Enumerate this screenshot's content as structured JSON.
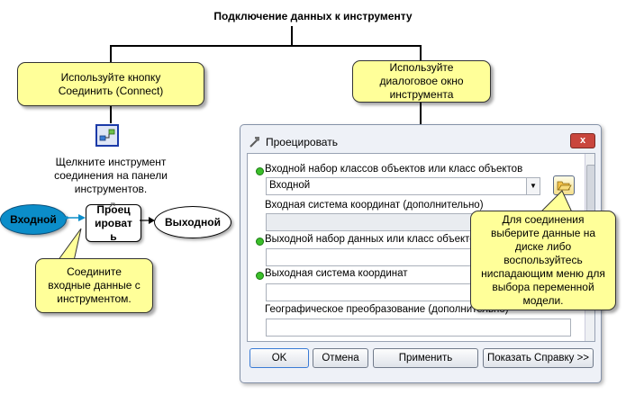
{
  "diagram": {
    "title": "Подключение данных к инструменту",
    "callout_left": "Используйте кнопку Соединить (Connect)",
    "callout_right": "Используйте диалоговое окно инструмента",
    "click_note": "Щелкните инструмент соединения на панели инструментов.",
    "input_label": "Входной",
    "tool_label": "Проецировать",
    "output_label": "Выходной",
    "callout_bottom": "Соедините входные данные с инструментом.",
    "callout_dialog": "Для соединения выберите данные на диске либо воспользуйтесь ниспадающим меню для выбора переменной модели.",
    "colors": {
      "callout": "#ffff99",
      "input_ellipse": "#0b8dc9",
      "param_dot": "#3bbf2a"
    }
  },
  "dialog": {
    "title": "Проецировать",
    "close_label": "x",
    "params": [
      {
        "label": "Входной набор классов объектов или класс объектов",
        "required": true,
        "value": "Входной"
      },
      {
        "label": "Входная система координат (дополнительно)",
        "required": false,
        "value": ""
      },
      {
        "label": "Выходной набор данных или класс объектов",
        "required": true,
        "value": ""
      },
      {
        "label": "Выходная система координат",
        "required": true,
        "value": ""
      },
      {
        "label": "Географическое преобразование (дополнительно)",
        "required": false,
        "value": ""
      }
    ],
    "buttons": {
      "ok": "OK",
      "cancel": "Отмена",
      "apply": "Применить",
      "help": "Показать Справку >>"
    }
  }
}
